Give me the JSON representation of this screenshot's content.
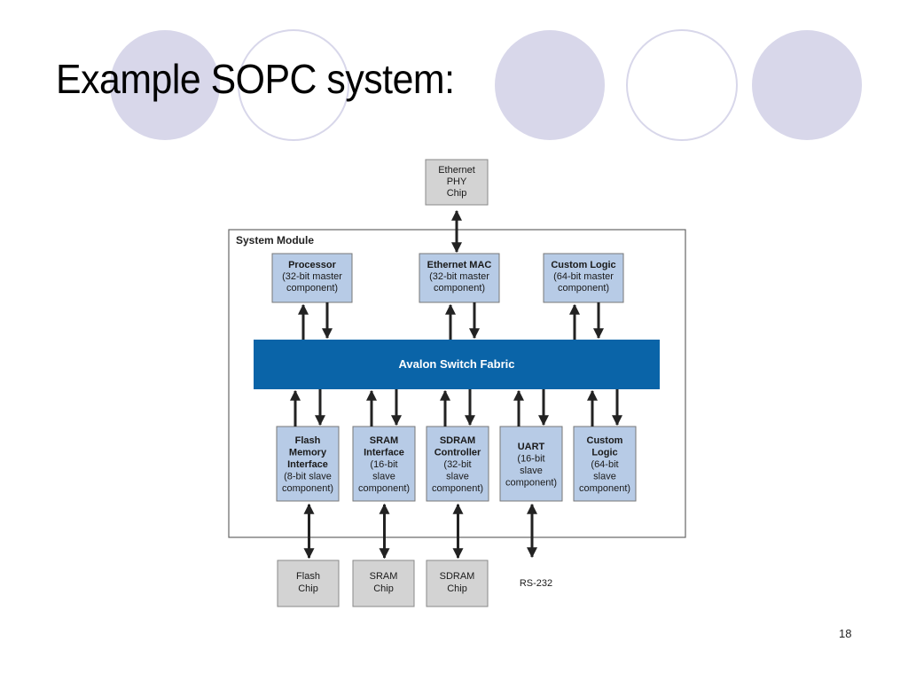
{
  "slide": {
    "title": "Example SOPC system:",
    "number": "18",
    "decor_circles": [
      "filled",
      "outline",
      "filled",
      "outline",
      "filled"
    ]
  },
  "colors": {
    "fabric": "#0a64a8",
    "component_fill": "#b7cbe6",
    "chip_fill": "#d3d3d3",
    "decor": "#d8d7ea"
  },
  "diagram": {
    "module_label": "System Module",
    "fabric_label": "Avalon Switch Fabric",
    "external_top": {
      "id": "eth-phy",
      "lines": [
        "Ethernet",
        "PHY",
        "Chip"
      ]
    },
    "masters": [
      {
        "id": "processor",
        "title": [
          "Processor"
        ],
        "detail": [
          "(32-bit master",
          "component)"
        ]
      },
      {
        "id": "ethernet-mac",
        "title": [
          "Ethernet MAC"
        ],
        "detail": [
          "(32-bit master",
          "component)"
        ]
      },
      {
        "id": "custom-logic-master",
        "title": [
          "Custom Logic"
        ],
        "detail": [
          "(64-bit master",
          "component)"
        ]
      }
    ],
    "slaves": [
      {
        "id": "flash-memory-interface",
        "title": [
          "Flash",
          "Memory",
          "Interface"
        ],
        "detail": [
          "(8-bit slave",
          "component)"
        ]
      },
      {
        "id": "sram-interface",
        "title": [
          "SRAM",
          "Interface"
        ],
        "detail": [
          "(16-bit",
          "slave",
          "component)"
        ]
      },
      {
        "id": "sdram-controller",
        "title": [
          "SDRAM",
          "Controller"
        ],
        "detail": [
          "(32-bit",
          "slave",
          "component)"
        ]
      },
      {
        "id": "uart",
        "title": [
          "UART"
        ],
        "detail": [
          "(16-bit",
          "slave",
          "component)"
        ]
      },
      {
        "id": "custom-logic-slave",
        "title": [
          "Custom",
          "Logic"
        ],
        "detail": [
          "(64-bit",
          "slave",
          "component)"
        ]
      }
    ],
    "external_bottom": [
      {
        "id": "flash-chip",
        "lines": [
          "Flash",
          "Chip"
        ],
        "boxed": true
      },
      {
        "id": "sram-chip",
        "lines": [
          "SRAM",
          "Chip"
        ],
        "boxed": true
      },
      {
        "id": "sdram-chip",
        "lines": [
          "SDRAM",
          "Chip"
        ],
        "boxed": true
      },
      {
        "id": "rs-232",
        "lines": [
          "RS-232"
        ],
        "boxed": false
      }
    ]
  }
}
